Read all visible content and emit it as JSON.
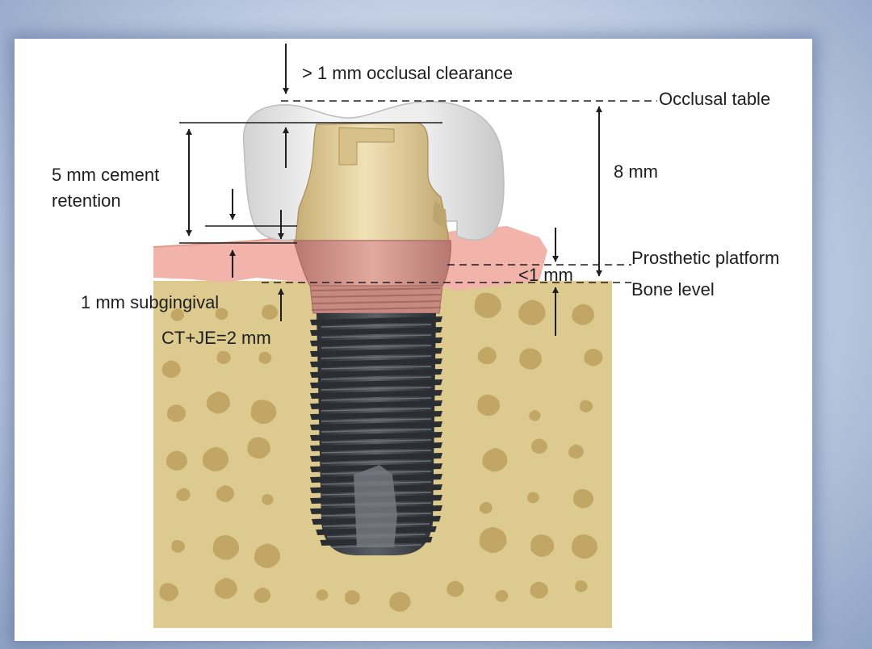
{
  "labels": {
    "occlusal_clearance": "> 1 mm occlusal clearance",
    "occlusal_table": "Occlusal table",
    "cement_retention_line1": "5 mm cement",
    "cement_retention_line2": "retention",
    "eight_mm": "8 mm",
    "prosthetic_platform": "Prosthetic platform",
    "less_than_one_mm": "<1 mm",
    "bone_level": "Bone level",
    "subgingival": "1 mm subgingival",
    "ct_je": "CT+JE=2 mm"
  },
  "colors": {
    "bone": "#ddca8e",
    "bone_pore": "#b89a58",
    "gum": "#f1b3aa",
    "crown": "#e9e9e9",
    "abutment": "#dcc694",
    "collar": "#cd8f86",
    "implant": "#3e4247",
    "line": "#1e1e1e"
  }
}
